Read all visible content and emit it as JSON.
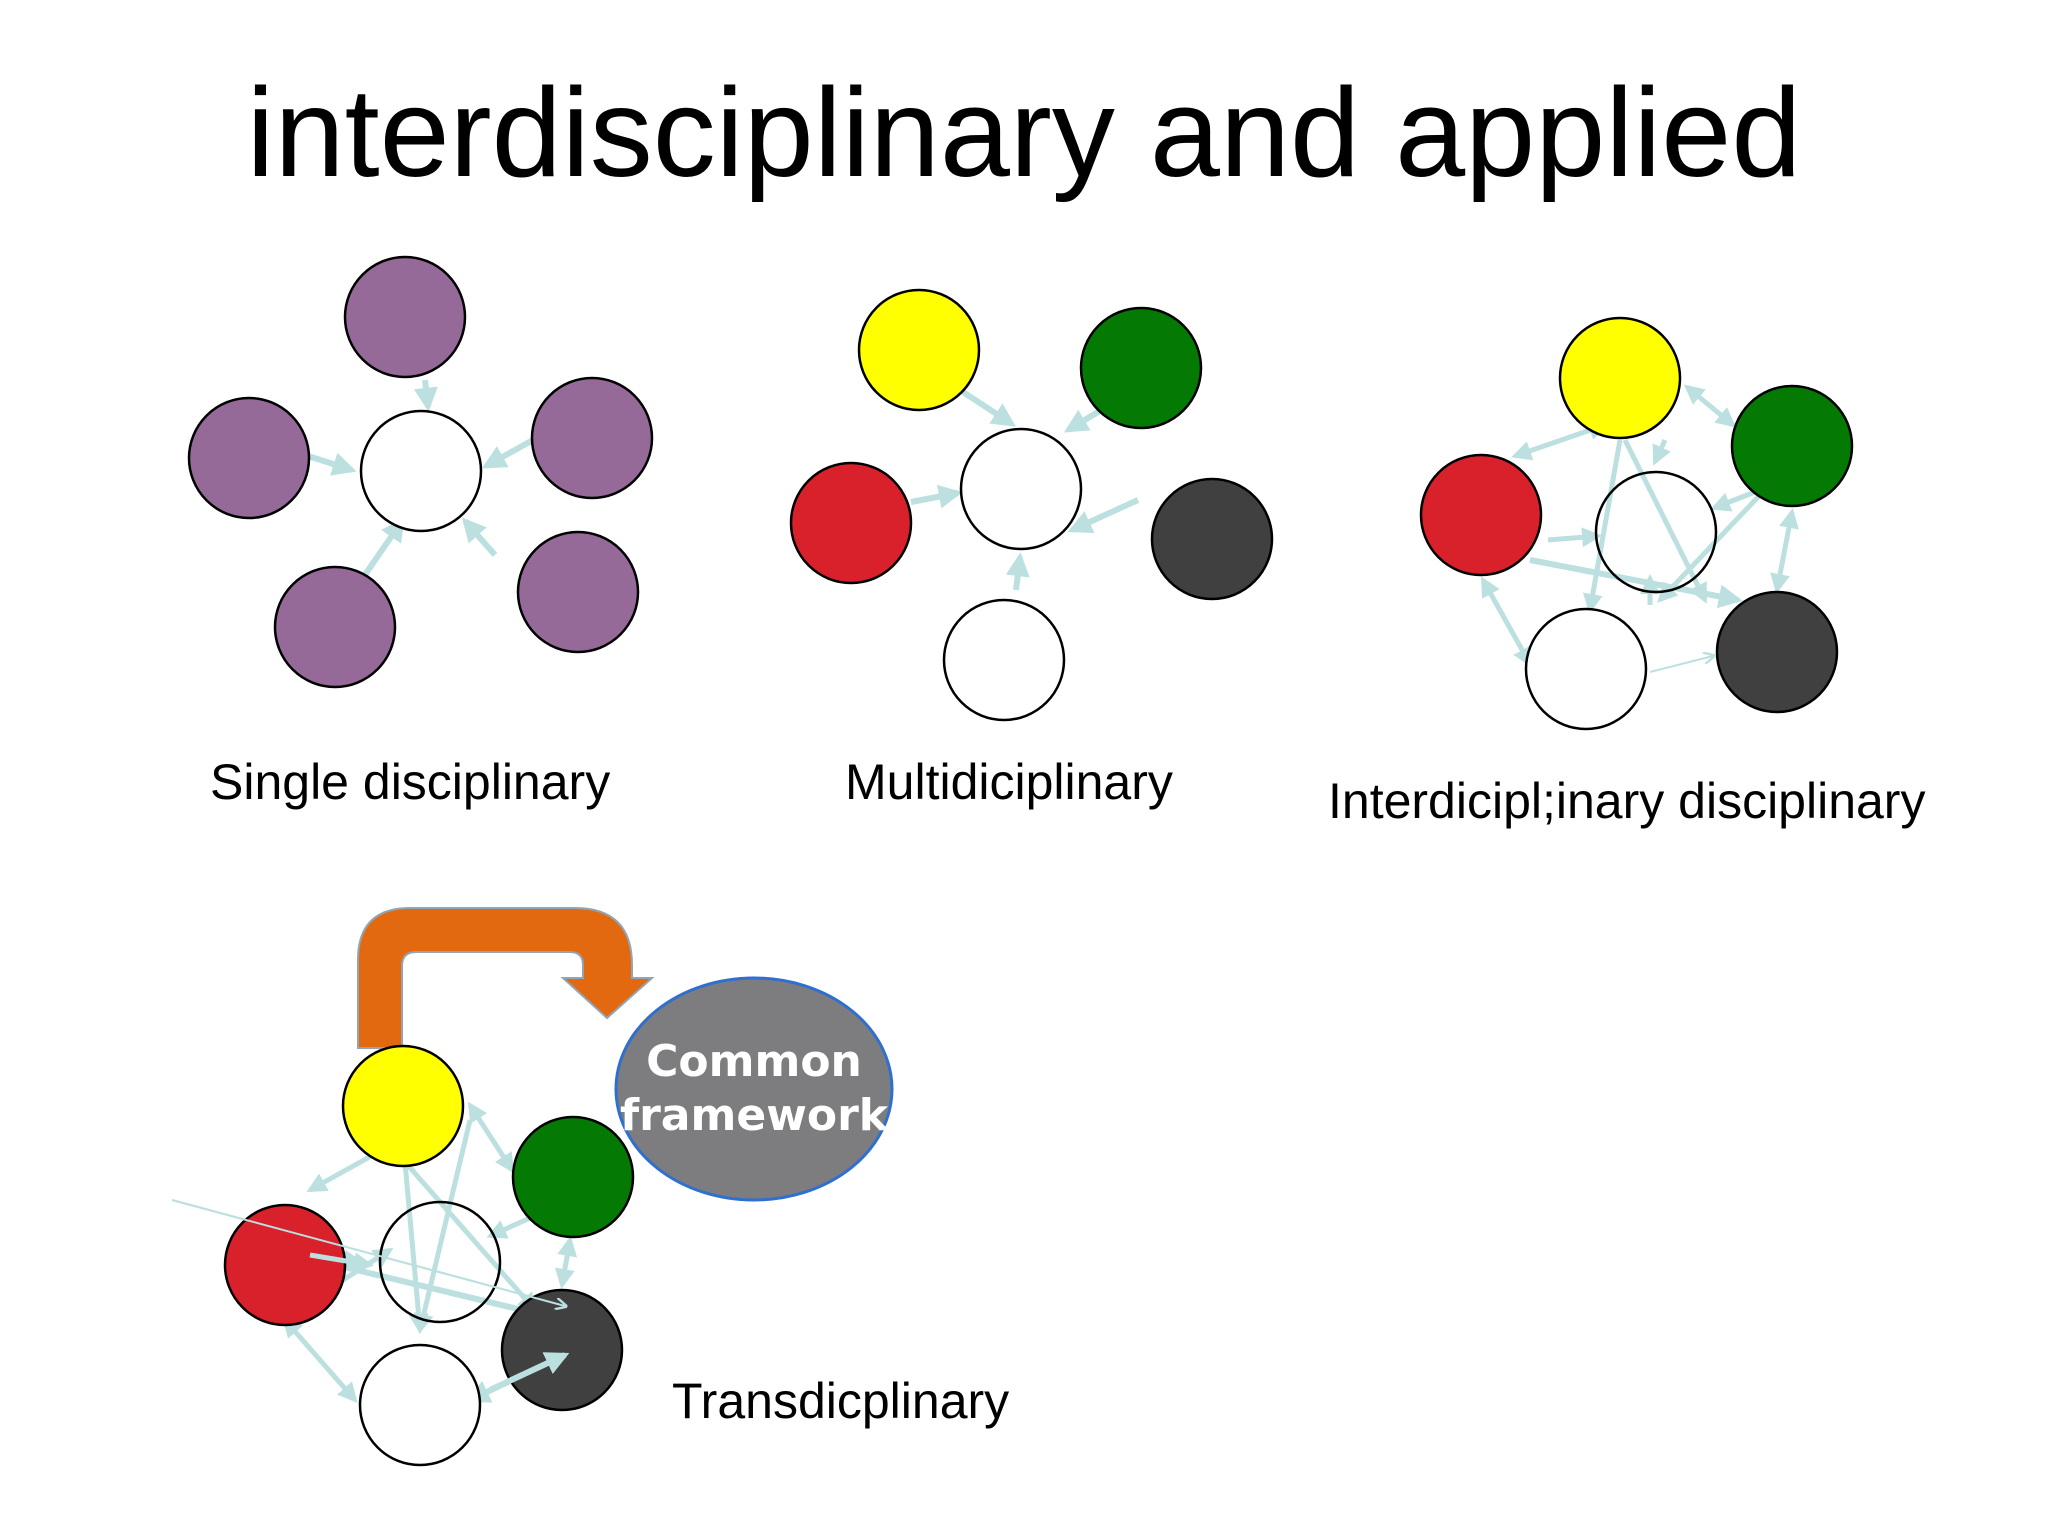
{
  "title": "interdisciplinary and applied",
  "diagrams": {
    "single": {
      "label": "Single disciplinary"
    },
    "multi": {
      "label": "Multidiciplinary"
    },
    "inter": {
      "label": "Interdicipl;inary disciplinary"
    },
    "trans": {
      "label": "Transdicplinary",
      "framework_line1": "Common",
      "framework_line2": "framework"
    }
  },
  "colors": {
    "purple": "#966a98",
    "yellow": "#ffff00",
    "green": "#047a05",
    "red": "#d8212b",
    "dark": "#404041",
    "white": "#ffffff",
    "arrow": "#bcdfdf",
    "orange": "#e2690f",
    "framework_fill": "#7d7c7e",
    "framework_stroke": "#2f6fd0"
  }
}
